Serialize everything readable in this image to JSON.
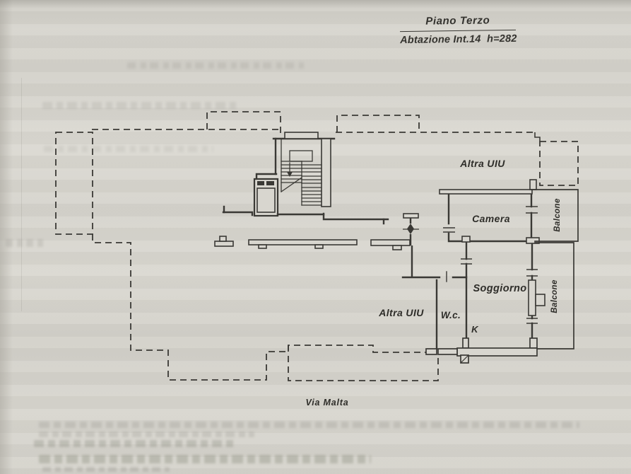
{
  "header": {
    "floor_label": "Piano Terzo",
    "unit_label": "Abtazione Int.14  h=282"
  },
  "plan_labels": {
    "altra_uiu_top": "Altra UIU",
    "camera": "Camera",
    "balcone_top": "Balcone",
    "soggiorno": "Soggiorno",
    "balcone_bottom": "Balcone",
    "altra_uiu_left": "Altra UIU",
    "wc": "W.c.",
    "kitchen": "K",
    "street": "Via Malta"
  },
  "colors": {
    "paper": "#d8d6cf",
    "ink": "#3a3935"
  }
}
